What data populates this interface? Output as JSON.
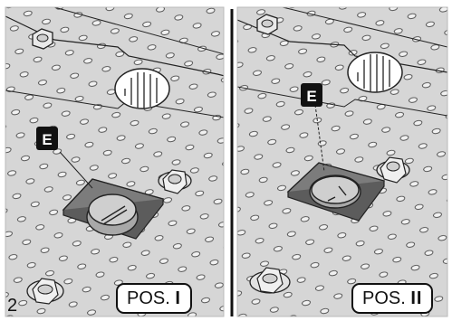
{
  "figure": {
    "number": "2",
    "part_label": "E",
    "panels": [
      {
        "pos_text": "POS.",
        "pos_numeral": "I"
      },
      {
        "pos_text": "POS.",
        "pos_numeral": "II"
      }
    ]
  },
  "colors": {
    "plate": "#d6d6d6",
    "plate_shadow": "#bdbdbd",
    "line": "#222222",
    "bracket": "#7c7c7c",
    "label_bg": "#111111",
    "label_text": "#ffffff"
  }
}
